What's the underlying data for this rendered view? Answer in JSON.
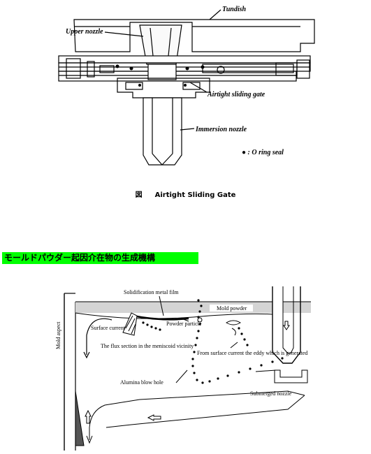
{
  "top_figure": {
    "labels": {
      "tundish": "Tundish",
      "upper_nozzle": "Upper nozzle",
      "airtight_sliding_gate": "Airtight sliding gate",
      "immersion_nozzle": "Immersion nozzle",
      "o_ring_seal": "● : O ring seal"
    },
    "caption_symbol": "図",
    "caption_text": "Airtight Sliding Gate"
  },
  "banner": {
    "text": "モールドパウダー起因介在物の生成機構",
    "color": "#00ff00"
  },
  "bottom_figure": {
    "labels": {
      "solidification_metal_film": "Solidification metal film",
      "mold_powder": "Mold powder",
      "surface_current": "Surface current",
      "powder_particle": "Powder particle",
      "flux_section": "The flux section in the meniscoid vicinity",
      "from_surface_current": "From surface current the eddy which is generated",
      "alumina_blow_hole": "Alumina blow hole",
      "submerged_nozzle": "Submerged nozzle",
      "mold_aspect": "Mold aspect"
    }
  }
}
